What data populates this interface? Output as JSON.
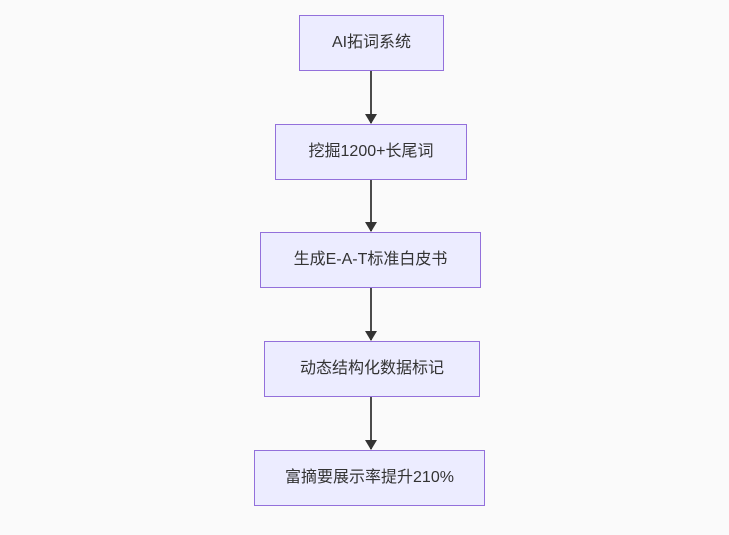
{
  "diagram": {
    "type": "flowchart",
    "direction": "top-down",
    "nodes": [
      {
        "id": "n1",
        "label": "AI拓词系统"
      },
      {
        "id": "n2",
        "label": "挖掘1200+长尾词"
      },
      {
        "id": "n3",
        "label": "生成E-A-T标准白皮书"
      },
      {
        "id": "n4",
        "label": "动态结构化数据标记"
      },
      {
        "id": "n5",
        "label": "富摘要展示率提升210%"
      }
    ],
    "edges": [
      {
        "from": "n1",
        "to": "n2",
        "style": "arrow"
      },
      {
        "from": "n2",
        "to": "n3",
        "style": "arrow"
      },
      {
        "from": "n3",
        "to": "n4",
        "style": "arrow"
      },
      {
        "from": "n4",
        "to": "n5",
        "style": "arrow"
      }
    ],
    "colors": {
      "background": "#fafafa",
      "node_fill": "#ECECFF",
      "node_border": "#9370DB",
      "node_text": "#333333",
      "arrow": "#333333"
    }
  }
}
